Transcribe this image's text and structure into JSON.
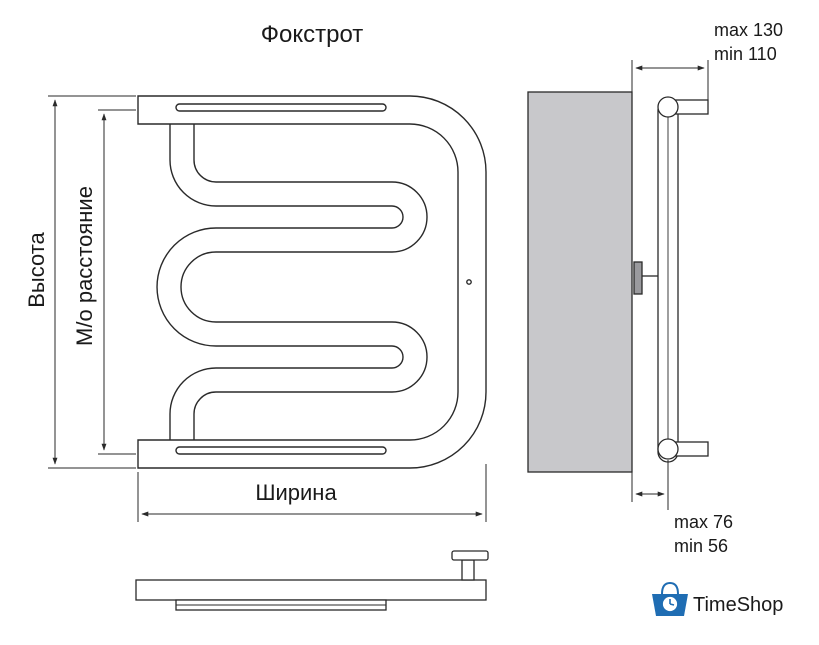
{
  "title": "Фокстрот",
  "labels": {
    "height": "Высота",
    "center_distance": "М/о расстояние",
    "width": "Ширина"
  },
  "side_view": {
    "offset_max": "max 130",
    "offset_min": "min 110",
    "depth_max": "max 76",
    "depth_min": "min 56"
  },
  "brand": {
    "name": "TimeShop",
    "color": "#1f6db3"
  },
  "colors": {
    "stroke": "#2a2a2a",
    "wall_fill": "#c8c8cb",
    "pipe_fill": "#ffffff"
  }
}
